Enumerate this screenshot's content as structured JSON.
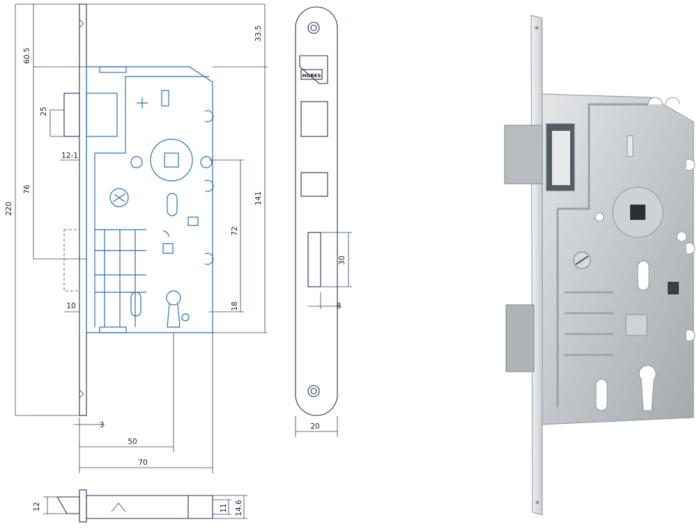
{
  "front_view_dims": {
    "d_60_5": "60.5",
    "d_220": "220",
    "d_25": "25",
    "d_76": "76",
    "d_12_1": "12-1",
    "d_10": "10",
    "d_3": "3",
    "d_50": "50",
    "d_70": "70",
    "d_33_5": "33.5",
    "d_141": "141",
    "d_72": "72",
    "d_18": "18"
  },
  "side_view": {
    "brand_stamp": "HOBES",
    "d_30": "30",
    "d_8": "8",
    "d_20": "20"
  },
  "bottom_view_dims": {
    "d_12": "12",
    "d_11": "11",
    "d_14_6": "14.6"
  },
  "colors": {
    "line": "#1f2f5a",
    "blue_outline": "#2c6db5",
    "metal_light": "#d6d9dc",
    "metal_mid": "#b9bdc2",
    "metal_dark": "#8e949b"
  }
}
